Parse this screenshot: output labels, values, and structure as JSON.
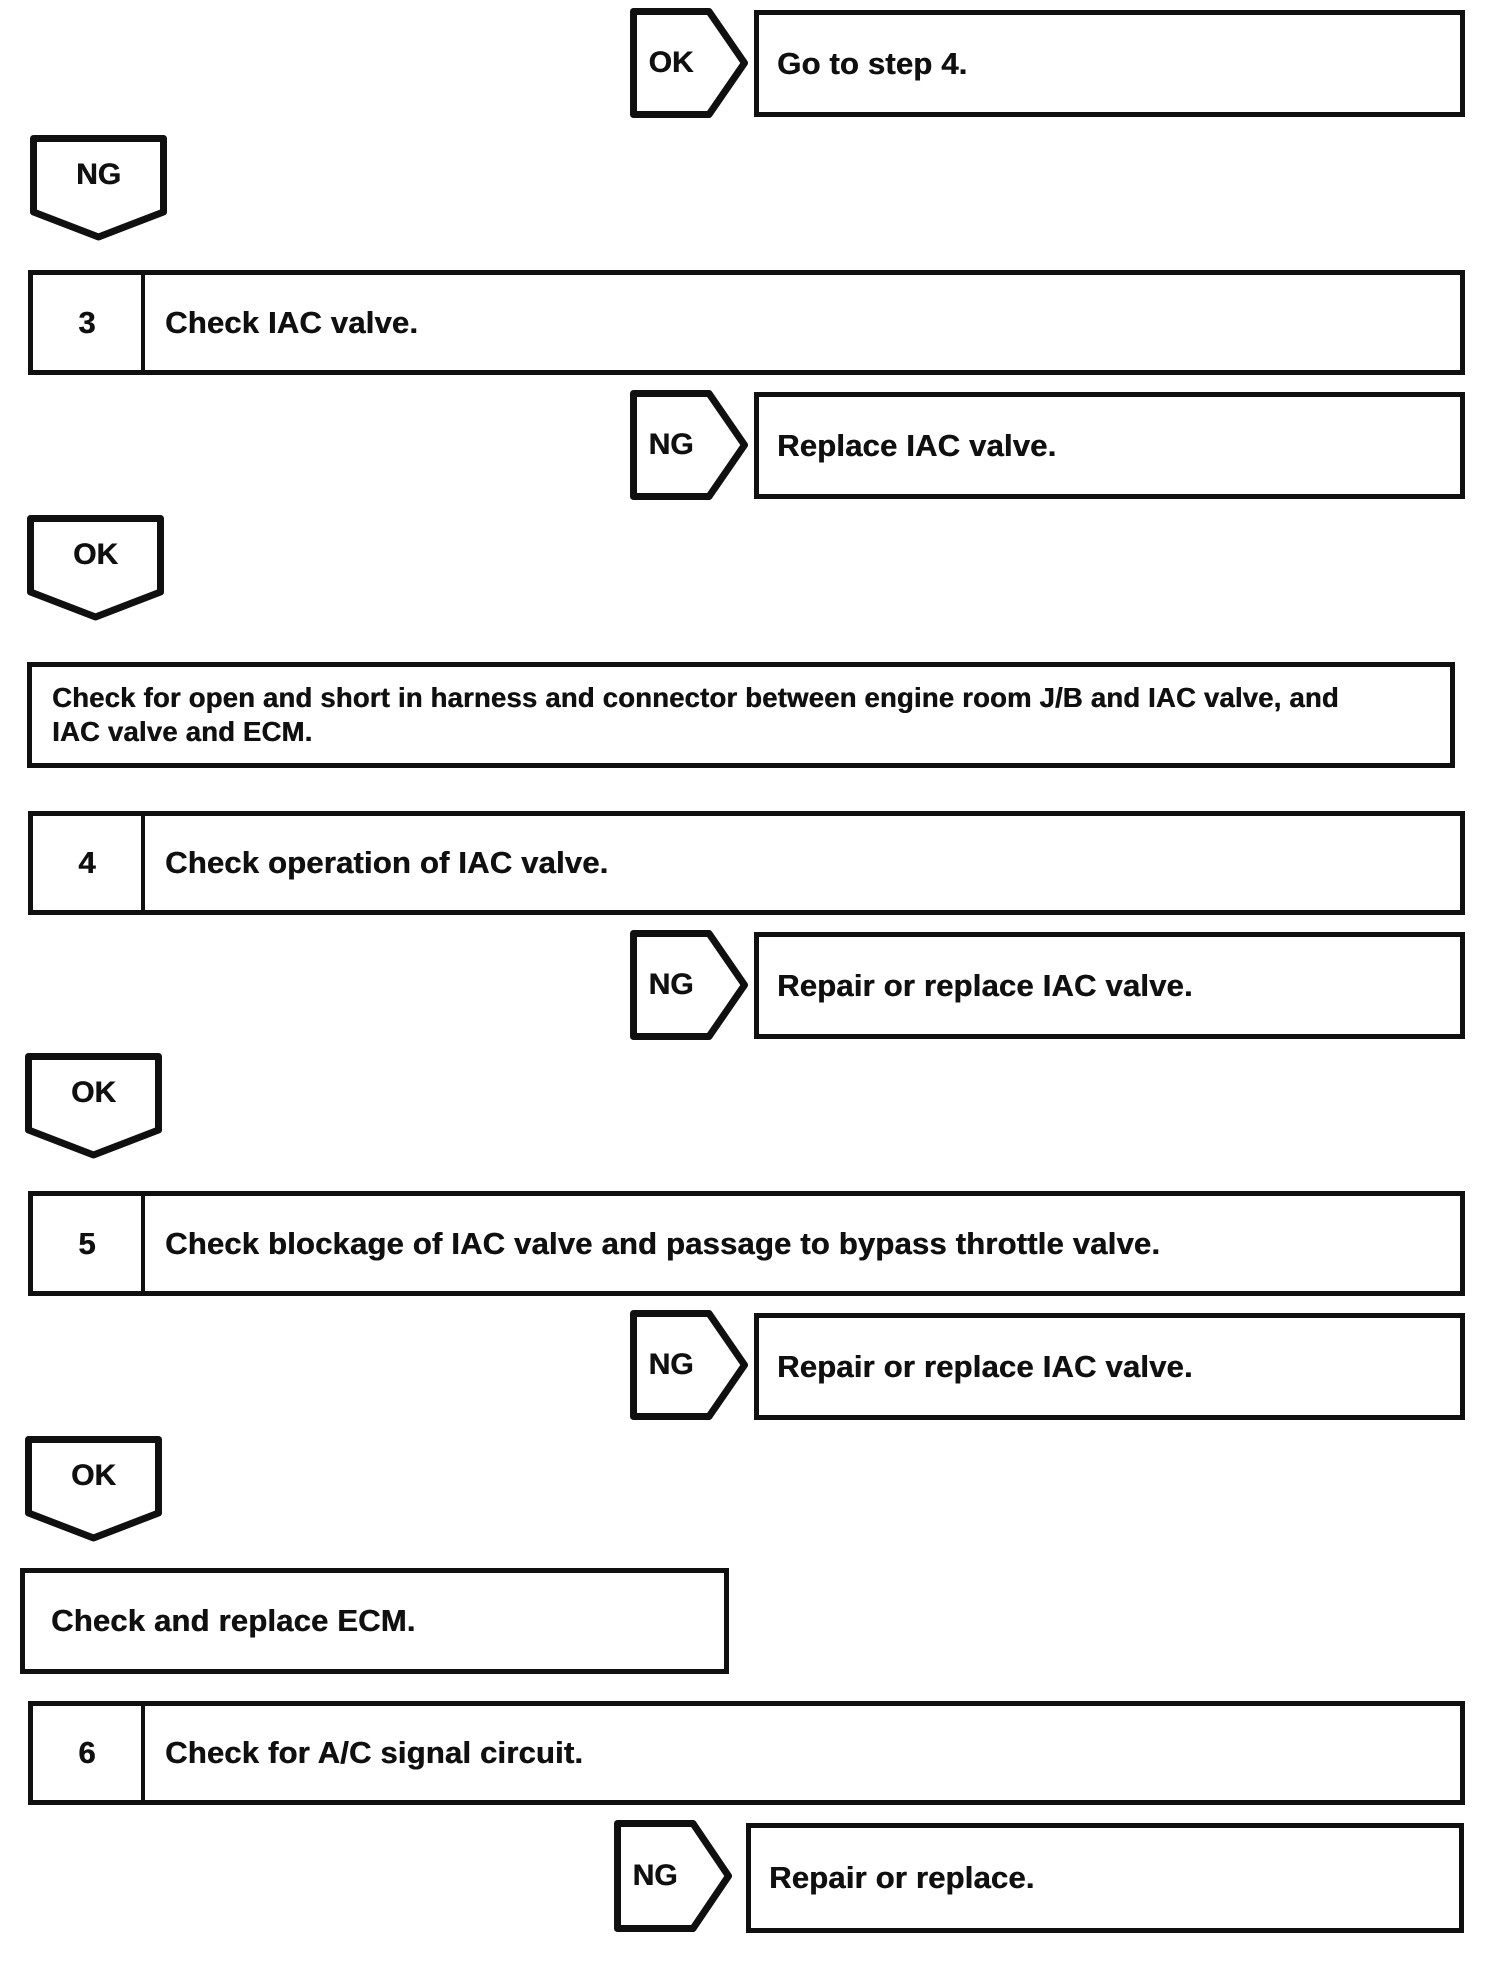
{
  "colors": {
    "ink": "#101010",
    "paper": "#ffffff"
  },
  "flowchart": {
    "ok_result_row": {
      "tag": "OK",
      "action": "Go to step 4."
    },
    "ng_connector": {
      "tag": "NG"
    },
    "step3": {
      "number": "3",
      "instruction": "Check IAC valve."
    },
    "ng_result_row_1": {
      "tag": "NG",
      "action": "Replace IAC valve."
    },
    "ok_connector_1": {
      "tag": "OK"
    },
    "harness_note": {
      "text": "Check for open and short in harness and connector between engine room J/B and IAC valve, and IAC valve and ECM.",
      "lines": {
        "line1": "Check for open and short in harness and connector between engine room J/B and IAC valve, and",
        "line2": "IAC valve and ECM."
      }
    },
    "step4": {
      "number": "4",
      "instruction": "Check operation of IAC valve."
    },
    "ng_result_row_2": {
      "tag": "NG",
      "action": "Repair or replace IAC valve."
    },
    "ok_connector_2": {
      "tag": "OK"
    },
    "step5": {
      "number": "5",
      "instruction": "Check blockage of IAC valve and passage to bypass throttle valve."
    },
    "ng_result_row_3": {
      "tag": "NG",
      "action": "Repair or replace IAC valve."
    },
    "ok_connector_3": {
      "tag": "OK"
    },
    "ecm_action": {
      "text": "Check and replace ECM."
    },
    "step6": {
      "number": "6",
      "instruction": "Check for A/C signal circuit."
    },
    "ng_result_row_4": {
      "tag": "NG",
      "action": "Repair or replace."
    }
  }
}
